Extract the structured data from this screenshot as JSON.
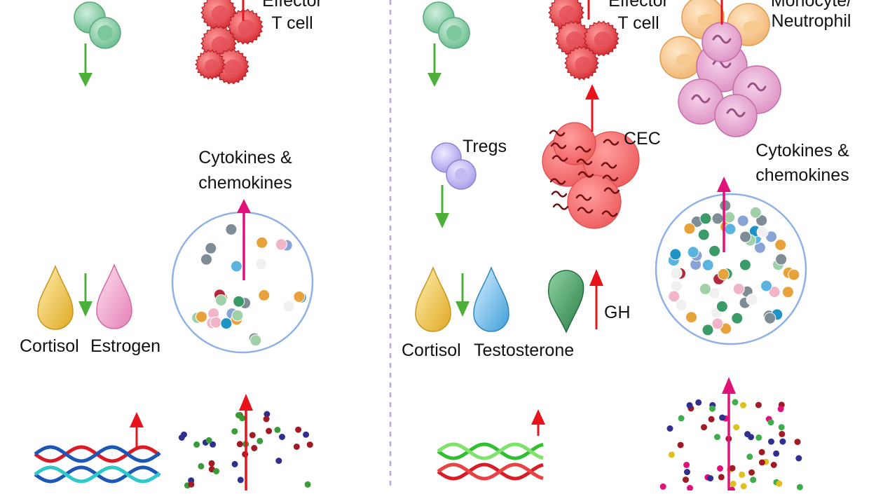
{
  "left_panel": {
    "effector_label_top": "Effector",
    "effector_label_bottom": "T cell",
    "cytokines_line1": "Cytokines &",
    "cytokines_line2": "chemokines",
    "hormone_1": "Cortisol",
    "hormone_2": "Estrogen"
  },
  "right_panel": {
    "effector_label_top": "Effector",
    "effector_label_bottom": "T cell",
    "myeloid_label_top": "Monocyte/",
    "myeloid_label_bottom": "Neutrophil",
    "tregs_label": "Tregs",
    "cec_label": "CEC",
    "cytokines_line1": "Cytokines &",
    "cytokines_line2": "chemokines",
    "hormone_1": "Cortisol",
    "hormone_2": "Testosterone",
    "hormone_3": "GH"
  },
  "colors": {
    "up_arrow": "#e8131b",
    "down_arrow": "#4caf3a",
    "cytokine_arrow": "#e0127a",
    "divider": "#b9a6e0",
    "effector_cell": "#e8454b",
    "tregs_cell": "#b8b0ee",
    "cortisol": "#f0c24d",
    "estrogen": "#f0a0c8",
    "testosterone": "#5fb4e6",
    "gh": "#3c9a5a"
  }
}
